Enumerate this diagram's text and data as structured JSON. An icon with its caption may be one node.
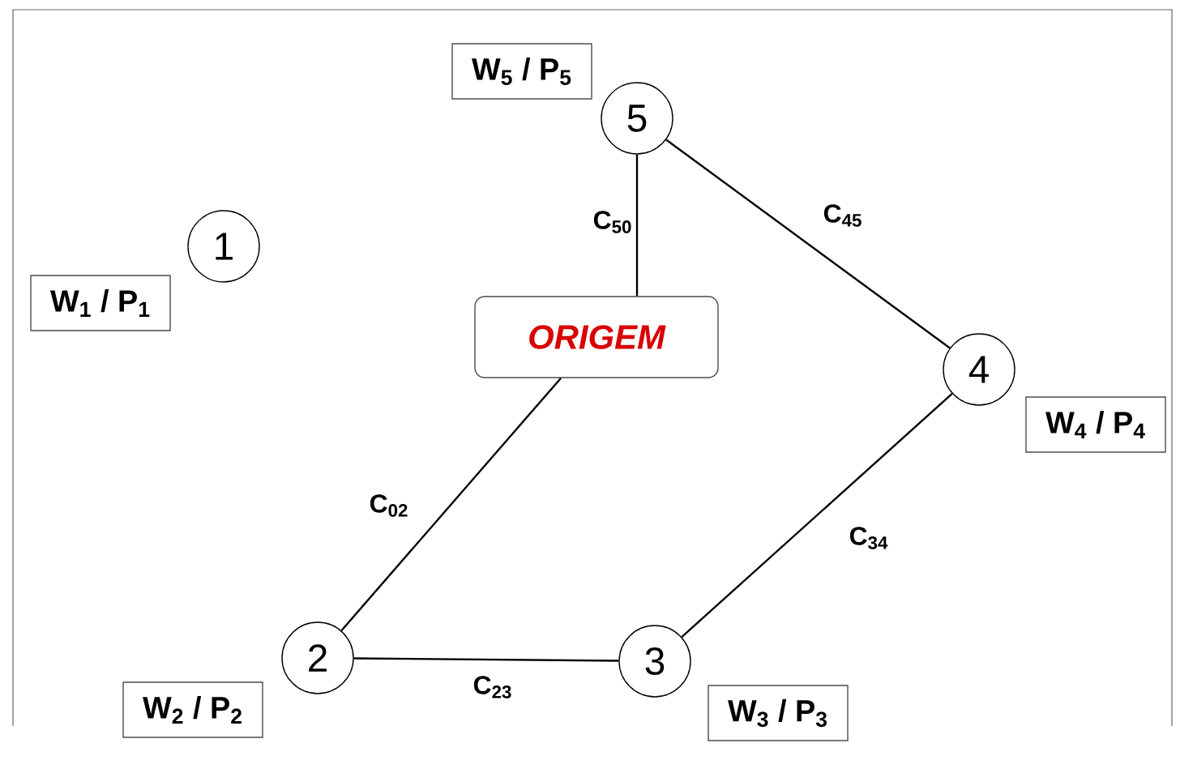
{
  "diagram": {
    "nodes": [
      {
        "text": [
          "W$_{5}$ / P$_{5}$"
        ]
      },
      {
        "text": [
          "5"
        ]
      },
      {
        "text": [
          "1"
        ]
      },
      {
        "text": [
          "W$_{1}$ / P$_{1}$"
        ]
      },
      {
        "text": [
          "ORIGEM"
        ]
      },
      {
        "text": [
          "4"
        ]
      },
      {
        "text": [
          "W$_{4}$ / P$_{4}$"
        ]
      },
      {
        "text": [
          "2"
        ]
      },
      {
        "text": [
          "3"
        ]
      },
      {
        "text": [
          "W$_{2}$ / P$_{2}$"
        ]
      },
      {
        "text": [
          "W$_{3}$ / P$_{3}$"
        ]
      }
    ],
    "edges": [
      {
        "from": 4,
        "to": 1,
        "arrow": "none",
        "label": "C$_{50}$"
      },
      {
        "from": 1,
        "to": 5,
        "arrow": "none",
        "label": "C$_{45}$"
      },
      {
        "from": 4,
        "to": 7,
        "arrow": "none",
        "label": "C$_{02}$"
      },
      {
        "from": 7,
        "to": 8,
        "arrow": "none",
        "label": "C$_{23}$"
      },
      {
        "from": 8,
        "to": 5,
        "arrow": "none",
        "label": "C$_{34}$"
      }
    ]
  }
}
